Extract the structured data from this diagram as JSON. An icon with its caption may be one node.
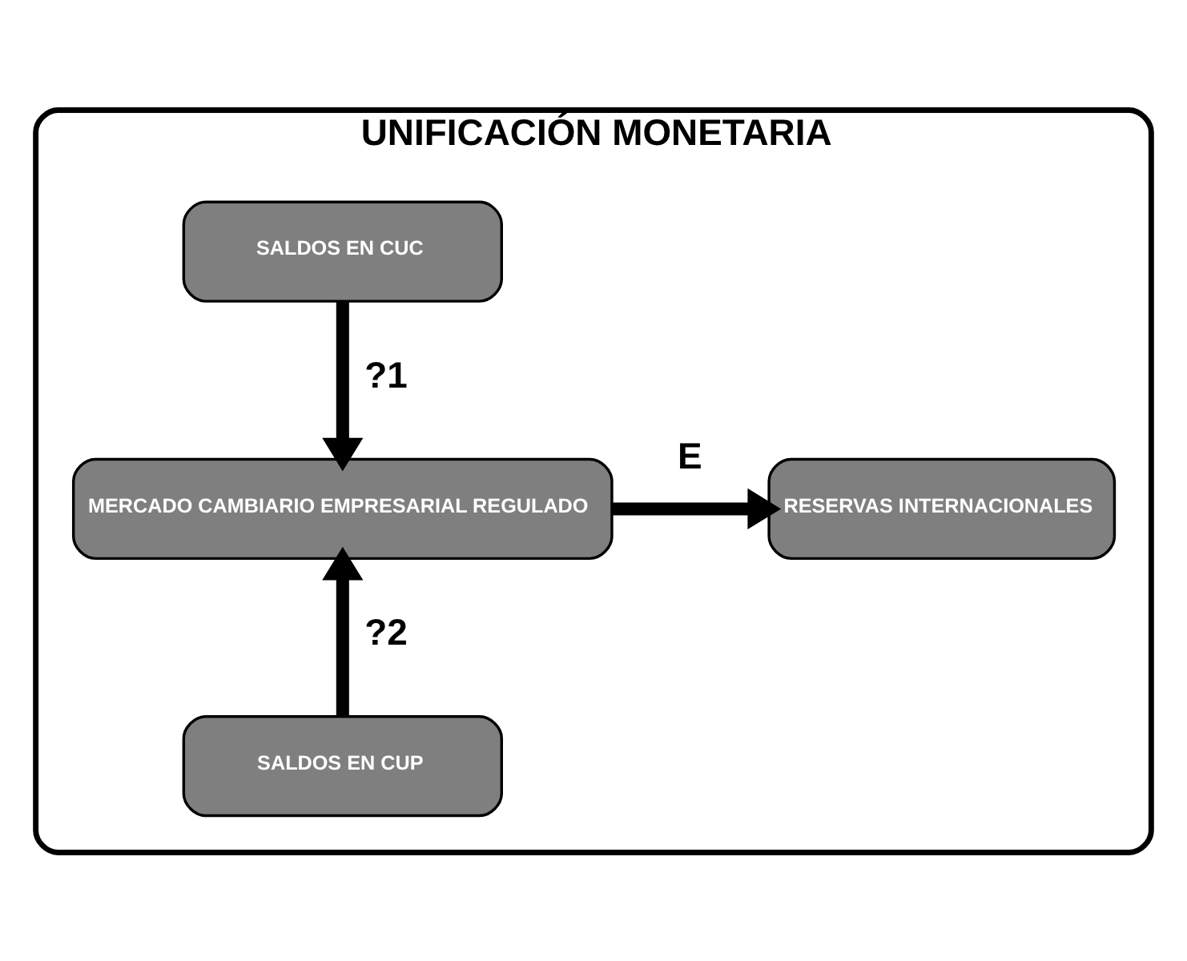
{
  "diagram": {
    "nodes": [
      {
        "text": [
          "UNIFICACIÓN MONETARIA"
        ]
      },
      {
        "text": [
          "SALDOS EN CUC"
        ],
        "in": 0
      },
      {
        "text": [
          "MERCADO CAMBIARIO EMPRESARIAL REGULADO"
        ],
        "in": 0
      },
      {
        "text": [
          "RESERVAS INTERNACIONALES"
        ],
        "in": 0
      },
      {
        "text": [
          "SALDOS EN CUP"
        ],
        "in": 0
      }
    ],
    "edges": [
      {
        "from": 1,
        "to": 2,
        "arrow": "to",
        "label": "?1"
      },
      {
        "from": 4,
        "to": 2,
        "arrow": "to",
        "label": "?2"
      },
      {
        "from": 2,
        "to": 3,
        "arrow": "to",
        "label": "E"
      }
    ]
  }
}
